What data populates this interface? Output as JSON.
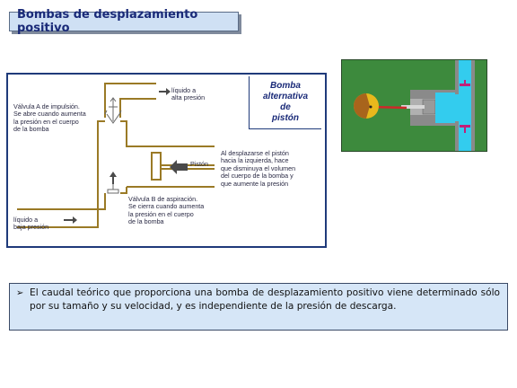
{
  "slide": {
    "title": "Bombas de desplazamiento positivo"
  },
  "diagram": {
    "pump_title": "Bomba\nalternativa\nde\npistón",
    "labels": {
      "high_pressure": "líquido a\nalta presión",
      "valve_a": "Válvula A de impulsión.\nSe abre cuando aumenta\nla presión en el cuerpo\nde la bomba",
      "piston": "Pistón",
      "piston_note": "Al desplazarse el pistón\nhacia la izquierda, hace\nque disminuya el volumen\ndel cuerpo de la bomba y\nque aumente la presión",
      "valve_b": "Válvula B de aspiración.\nSe cierra cuando aumenta\nla presión en el cuerpo\nde la bomba",
      "low_pressure": "líquido a\nbaja presión"
    },
    "colors": {
      "pipe": "#9a7a26",
      "arrow": "#4a4a4a",
      "text": "#2a2a44"
    }
  },
  "animation": {
    "colors": {
      "background": "#3d8a3d",
      "crank": "#e8b81c",
      "crank_dark": "#a8641c",
      "rod": "#cc2a2a",
      "body": "#8a8a8a",
      "fluid": "#33ccee",
      "valve": "#c0207a"
    }
  },
  "info": {
    "bullet": "➢",
    "text": "El caudal teórico que proporciona una bomba de desplazamiento positivo viene determinado sólo por su tamaño y su velocidad, y es independiente de la presión de descarga."
  }
}
